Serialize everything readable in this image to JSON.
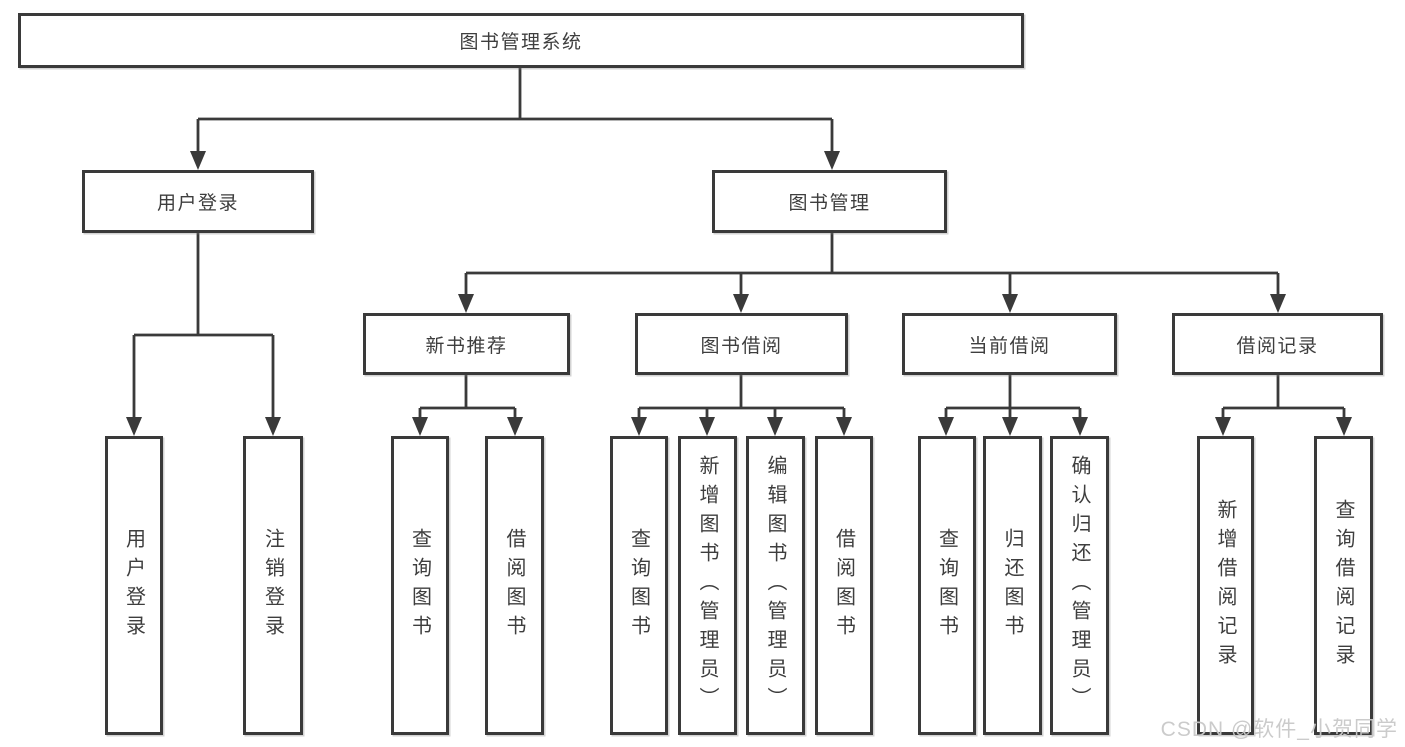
{
  "nodes": {
    "root": "图书管理系统",
    "user_login": "用户登录",
    "book_mgmt": "图书管理",
    "new_book_rec": "新书推荐",
    "book_borrow": "图书借阅",
    "current_borrow": "当前借阅",
    "borrow_records": "借阅记录",
    "leaf_user_login": "用户登录",
    "leaf_logout": "注销登录",
    "rec_query_books": "查询图书",
    "rec_borrow_books": "借阅图书",
    "bb_query_books": "查询图书",
    "bb_add_books": "新增图书（管理员）",
    "bb_edit_books": "编辑图书（管理员）",
    "bb_borrow_books": "借阅图书",
    "cb_query_books": "查询图书",
    "cb_return_books": "归还图书",
    "cb_confirm_return": "确认归还（管理员）",
    "br_add_record": "新增借阅记录",
    "br_query_record": "查询借阅记录"
  },
  "tree": {
    "label": "图书管理系统",
    "children": [
      {
        "label": "用户登录",
        "children": [
          {
            "label": "用户登录"
          },
          {
            "label": "注销登录"
          }
        ]
      },
      {
        "label": "图书管理",
        "children": [
          {
            "label": "新书推荐",
            "children": [
              {
                "label": "查询图书"
              },
              {
                "label": "借阅图书"
              }
            ]
          },
          {
            "label": "图书借阅",
            "children": [
              {
                "label": "查询图书"
              },
              {
                "label": "新增图书（管理员）"
              },
              {
                "label": "编辑图书（管理员）"
              },
              {
                "label": "借阅图书"
              }
            ]
          },
          {
            "label": "当前借阅",
            "children": [
              {
                "label": "查询图书"
              },
              {
                "label": "归还图书"
              },
              {
                "label": "确认归还（管理员）"
              }
            ]
          },
          {
            "label": "借阅记录",
            "children": [
              {
                "label": "新增借阅记录"
              },
              {
                "label": "查询借阅记录"
              }
            ]
          }
        ]
      }
    ]
  },
  "watermark": "CSDN @软件_小贺同学",
  "colors": {
    "line": "#3a3a3a",
    "text": "#3e3e3e",
    "watermark": "#c9c9c9",
    "background": "#ffffff"
  }
}
